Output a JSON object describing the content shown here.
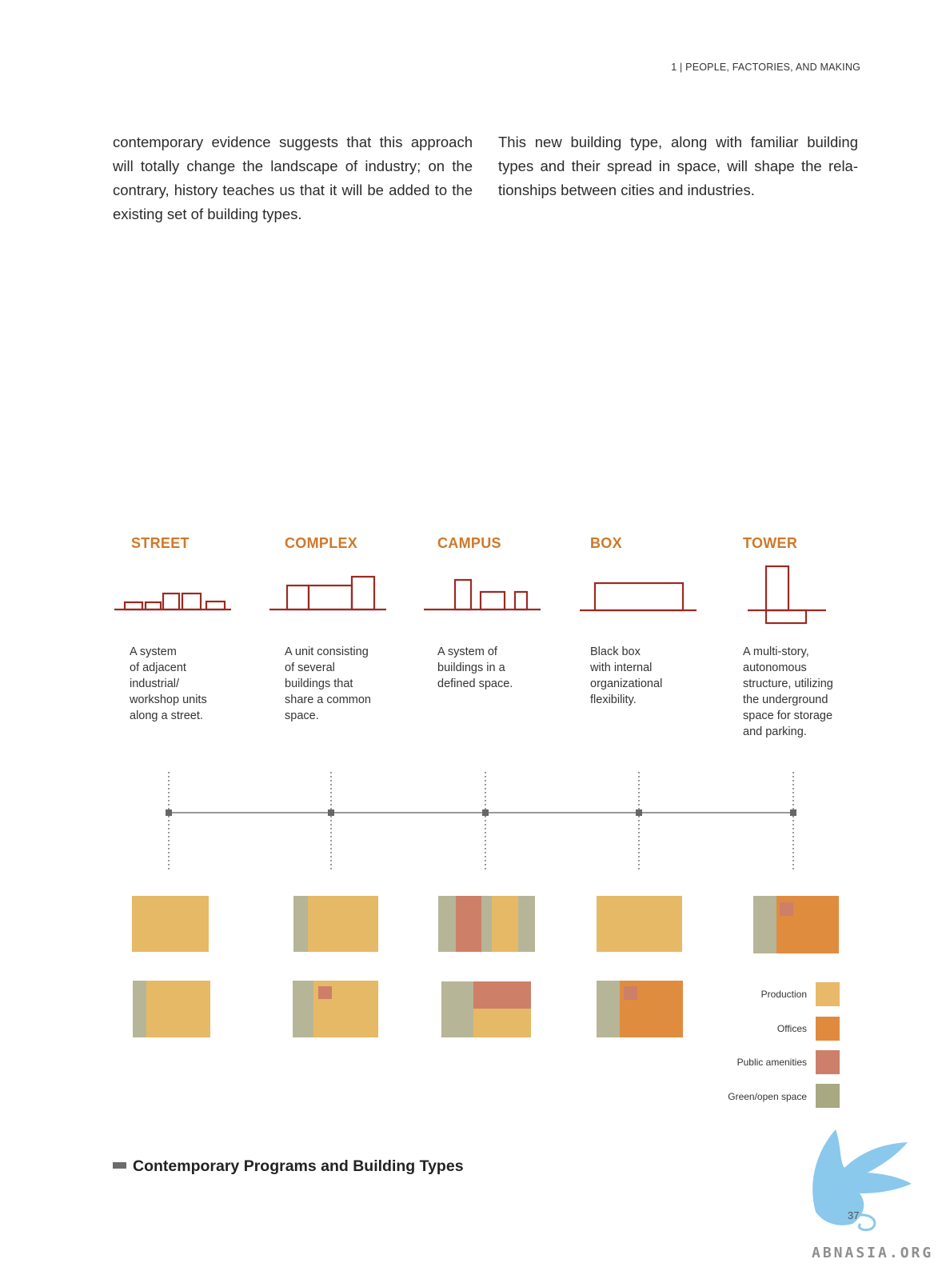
{
  "running_head": "1 | PEOPLE, FACTORIES, AND MAKING",
  "body": {
    "left_column": "contemporary evidence suggests that this approach will totally change the landscape of industry; on the contrary, history teaches us that it will be added to the existing set of building types.",
    "right_column": "This new building type, along with familiar building types and their spread in space, will shape the rela-tionships between cities and industries."
  },
  "building_types": [
    {
      "title": "STREET",
      "description": "A system\nof adjacent\nindustrial/\nworkshop units\nalong a street."
    },
    {
      "title": "COMPLEX",
      "description": "A unit consisting\nof several\nbuildings that\nshare a common\nspace."
    },
    {
      "title": "CAMPUS",
      "description": "A system of\nbuildings in a\ndefined space."
    },
    {
      "title": "BOX",
      "description": "Black box\nwith internal\norganizational\nflexibility."
    },
    {
      "title": "TOWER",
      "description": "A multi-story,\nautonomous\nstructure, utilizing\nthe underground\nspace for storage\nand parking."
    }
  ],
  "legend": [
    {
      "label": "Production",
      "color": "#e8b96a"
    },
    {
      "label": "Offices",
      "color": "#e08a3e"
    },
    {
      "label": "Public amenities",
      "color": "#cc7f6a"
    },
    {
      "label": "Green/open space",
      "color": "#a8a882"
    }
  ],
  "colors": {
    "title_accent": "#d0782a",
    "outline": "#9b2a22",
    "production": "#e6b967",
    "offices": "#e08c3f",
    "public": "#cd7f68",
    "green": "#b7b597",
    "timeline": "#777777"
  },
  "caption": "Contemporary Programs and Building Types",
  "page_number": "37",
  "watermark": "ABNASIA.ORG"
}
